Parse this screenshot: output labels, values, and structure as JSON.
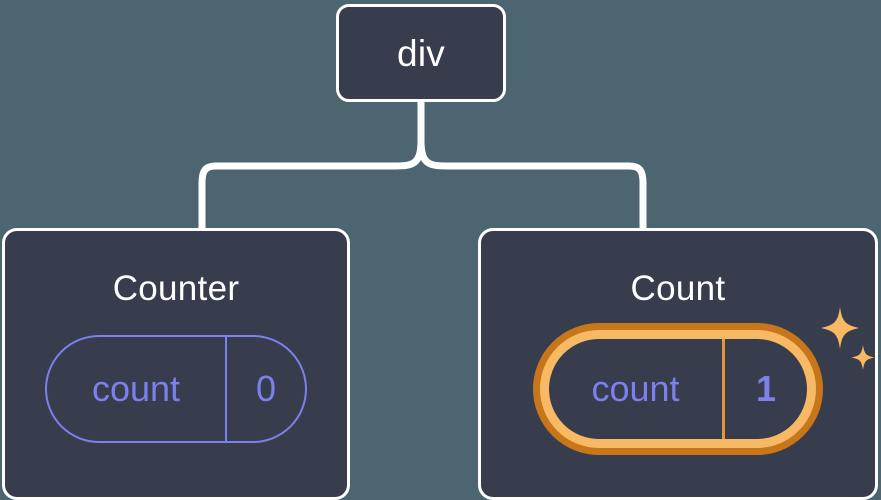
{
  "diagram": {
    "type": "component-tree",
    "background_color": "#4c6570",
    "node_fill_color": "#373d4c",
    "node_border_color": "#ffffff",
    "connector_color": "#ffffff",
    "accent_purple": "#7b80ec",
    "highlight_outer_orange": "#c8761b",
    "highlight_inner_orange": "#f7b963",
    "root": {
      "label": "div"
    },
    "children": [
      {
        "label": "Counter",
        "state": {
          "key": "count",
          "value": "0"
        },
        "highlighted": false
      },
      {
        "label": "Count",
        "state": {
          "key": "count",
          "value": "1"
        },
        "highlighted": true,
        "sparkle_icons": [
          "sparkle-large",
          "sparkle-small"
        ]
      }
    ]
  }
}
